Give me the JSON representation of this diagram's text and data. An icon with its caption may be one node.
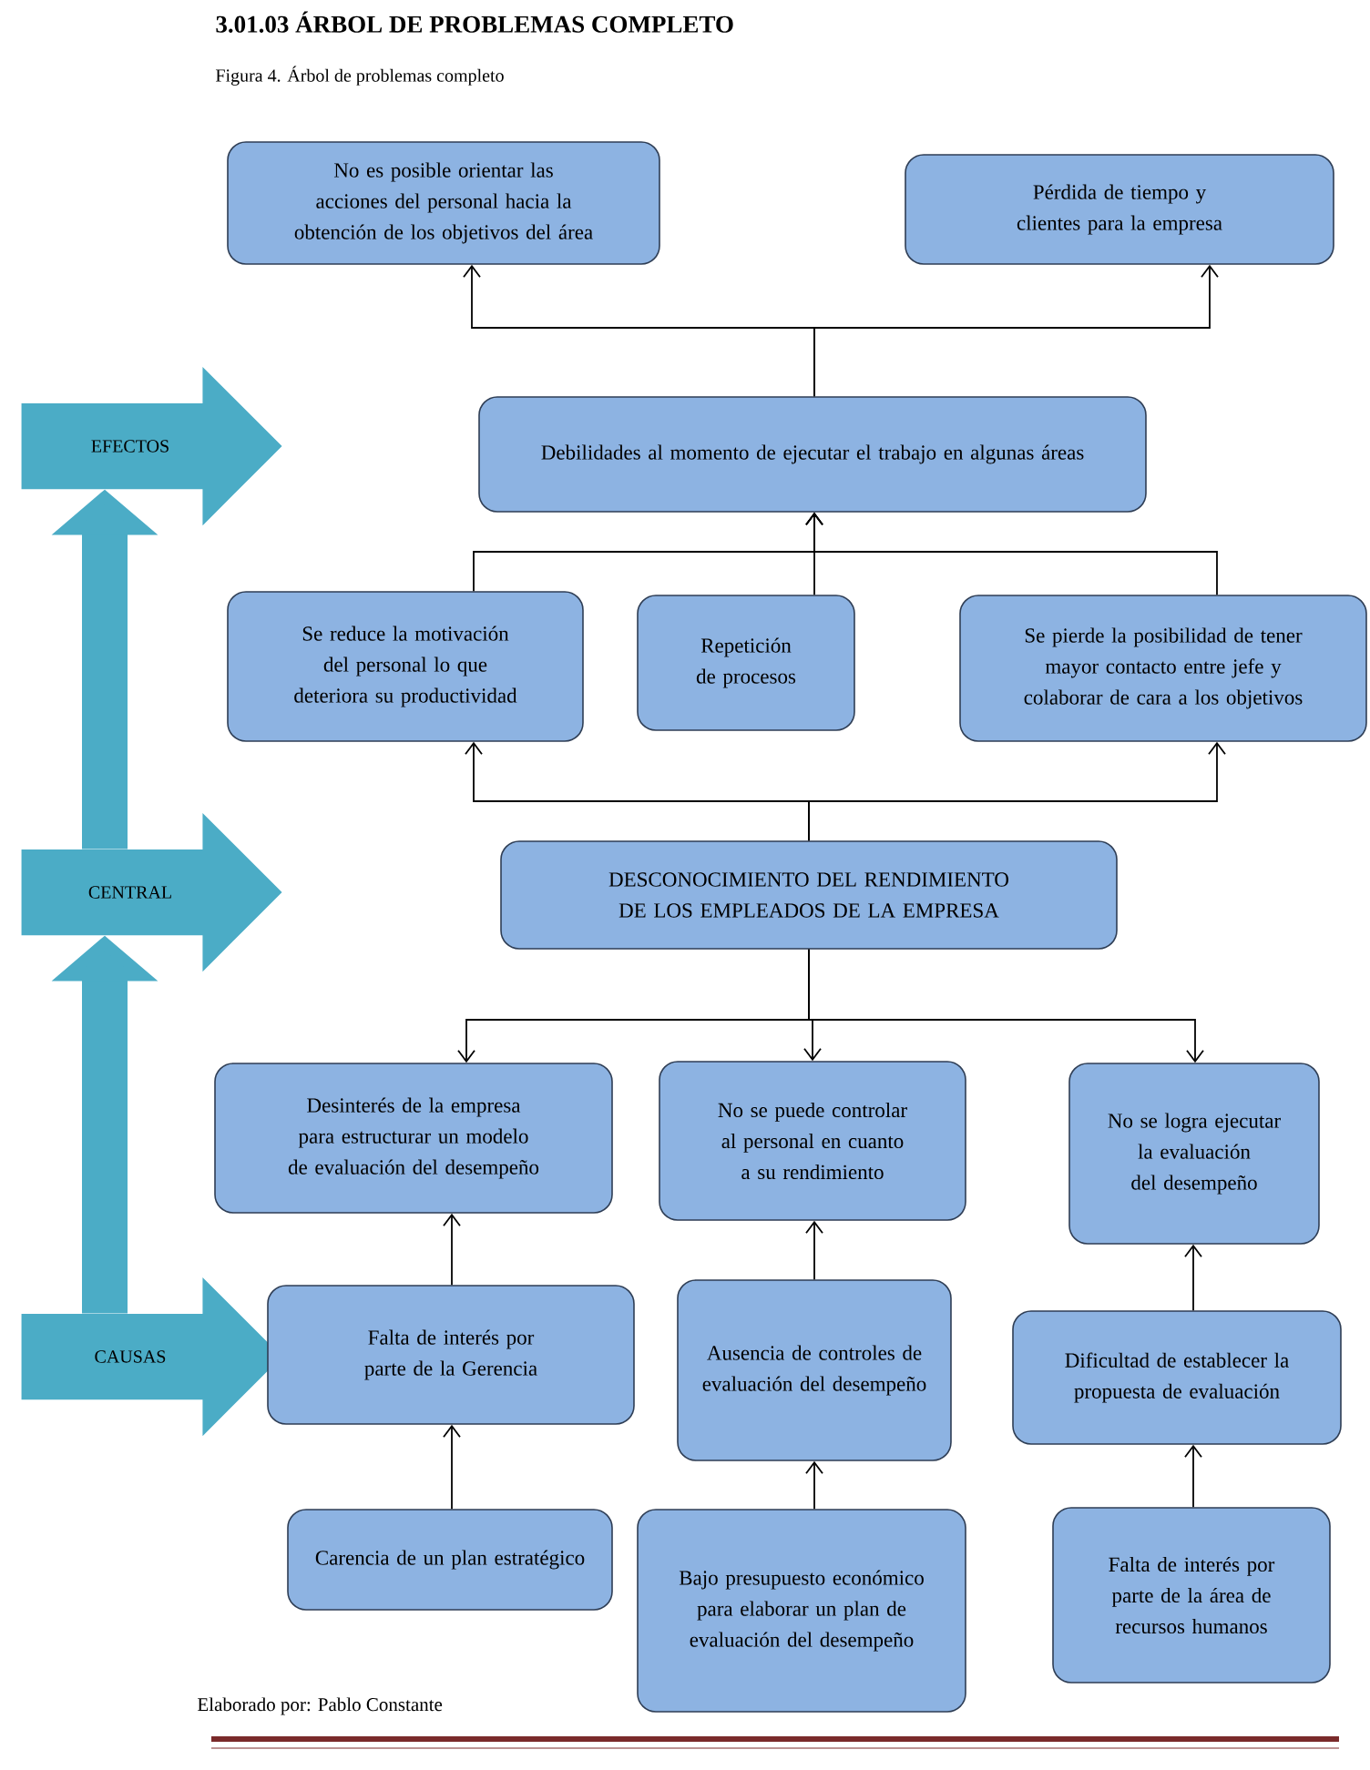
{
  "diagram": {
    "title": "3.01.03 ÁRBOL DE PROBLEMAS COMPLETO",
    "caption": "Figura 4. Árbol de problemas completo",
    "nodes": [
      {
        "text": [
          "EFECTOS"
        ]
      },
      {
        "text": [
          "CENTRAL"
        ]
      },
      {
        "text": [
          "CAUSAS"
        ]
      },
      {
        "text": [
          "No es posible orientar las acciones del personal hacia la obtención de los objetivos del área"
        ]
      },
      {
        "text": [
          "Pérdida de tiempo y clientes para la empresa"
        ]
      },
      {
        "text": [
          "Debilidades al momento de ejecutar el trabajo en algunas áreas"
        ]
      },
      {
        "text": [
          "Se reduce la motivación del personal lo que deteriora su productividad"
        ]
      },
      {
        "text": [
          "Repetición de procesos"
        ]
      },
      {
        "text": [
          "Se pierde la posibilidad de tener mayor contacto entre jefe y colaborar de cara a los objetivos"
        ]
      },
      {
        "text": [
          "DESCONOCIMIENTO DEL RENDIMIENTO DE LOS EMPLEADOS DE LA EMPRESA"
        ]
      },
      {
        "text": [
          "Desinterés de la empresa para estructurar un modelo de evaluación del desempeño"
        ]
      },
      {
        "text": [
          "No se puede controlar al personal en cuanto a su rendimiento"
        ]
      },
      {
        "text": [
          "No se logra ejecutar la evaluación del desempeño"
        ]
      },
      {
        "text": [
          "Falta de interés por parte de la Gerencia"
        ]
      },
      {
        "text": [
          "Ausencia de controles de evaluación del desempeño"
        ]
      },
      {
        "text": [
          "Dificultad de establecer la propuesta de evaluación"
        ]
      },
      {
        "text": [
          "Carencia de un plan estratégico"
        ]
      },
      {
        "text": [
          "Bajo presupuesto económico para elaborar un plan de evaluación del desempeño"
        ]
      },
      {
        "text": [
          "Falta de interés por parte de la área de recursos humanos"
        ]
      }
    ],
    "edges": [
      {
        "from": 2,
        "to": 1,
        "arrow": "to",
        "style": "thick",
        "color": "#4bacc6"
      },
      {
        "from": 1,
        "to": 0,
        "arrow": "to",
        "style": "thick",
        "color": "#4bacc6"
      },
      {
        "from": 5,
        "to": 3,
        "arrow": "to"
      },
      {
        "from": 5,
        "to": 4,
        "arrow": "to"
      },
      {
        "from": 6,
        "to": 5,
        "arrow": "to"
      },
      {
        "from": 7,
        "to": 5,
        "arrow": "to"
      },
      {
        "from": 8,
        "to": 5,
        "arrow": "to"
      },
      {
        "from": 9,
        "to": 6,
        "arrow": "to"
      },
      {
        "from": 9,
        "to": 8,
        "arrow": "to"
      },
      {
        "from": 9,
        "to": 10,
        "arrow": "to"
      },
      {
        "from": 9,
        "to": 11,
        "arrow": "to"
      },
      {
        "from": 9,
        "to": 12,
        "arrow": "to"
      },
      {
        "from": 13,
        "to": 10,
        "arrow": "to"
      },
      {
        "from": 14,
        "to": 11,
        "arrow": "to"
      },
      {
        "from": 15,
        "to": 12,
        "arrow": "to"
      },
      {
        "from": 16,
        "to": 13,
        "arrow": "to"
      },
      {
        "from": 17,
        "to": 14,
        "arrow": "to"
      },
      {
        "from": 18,
        "to": 15,
        "arrow": "to"
      }
    ],
    "labels": [
      "Elaborado por: Pablo Constante"
    ]
  }
}
